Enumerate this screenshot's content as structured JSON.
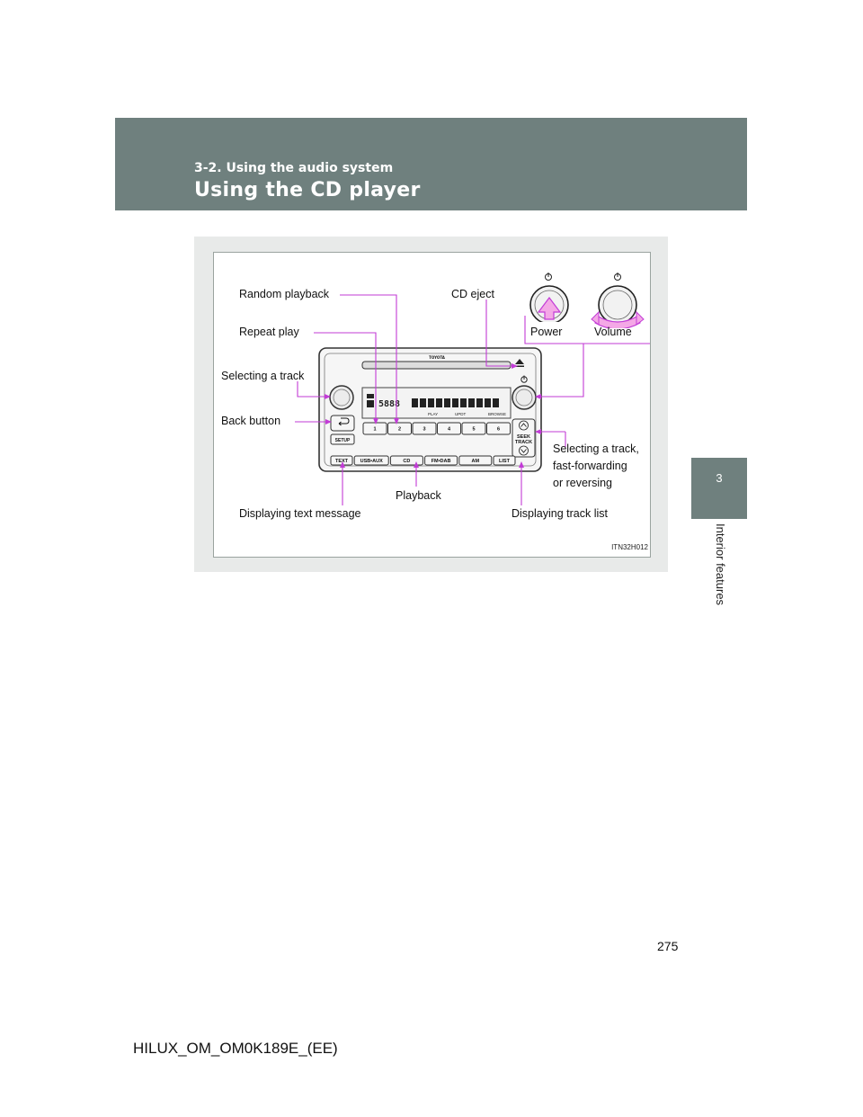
{
  "header": {
    "section": "3-2. Using the audio system",
    "title": "Using the CD player"
  },
  "chapter": {
    "number": "3",
    "label": "Interior features"
  },
  "figure": {
    "callouts": {
      "random_playback": "Random playback",
      "repeat_play": "Repeat play",
      "selecting_track": "Selecting a track",
      "back_button": "Back button",
      "cd_eject": "CD eject",
      "power": "Power",
      "volume": "Volume",
      "seek_line1": "Selecting a track,",
      "seek_line2": "fast-forwarding",
      "seek_line3": "or reversing",
      "playback": "Playback",
      "text_message": "Displaying text message",
      "track_list": "Displaying track list"
    },
    "unit": {
      "brand": "TOYOTA",
      "preset_buttons": [
        "1",
        "2",
        "3",
        "4",
        "5",
        "6"
      ],
      "bottom_buttons": [
        "TEXT",
        "USB•AUX",
        "CD",
        "FM•DAB",
        "AM",
        "LIST"
      ],
      "setup_label": "SETUP",
      "seek_line1": "SEEK",
      "seek_line2": "TRACK",
      "display_play": "PLAY",
      "display_updt": "UPDT",
      "display_browse": "BROWSE"
    },
    "figure_code": "ITN32H012",
    "colors": {
      "callout_line": "#c23bd6",
      "arrow_fill": "#f4a8e6",
      "header_bg": "#6f807e",
      "figure_bg": "#e8eae9"
    }
  },
  "page_number": "275",
  "footer": "HILUX_OM_OM0K189E_(EE)"
}
